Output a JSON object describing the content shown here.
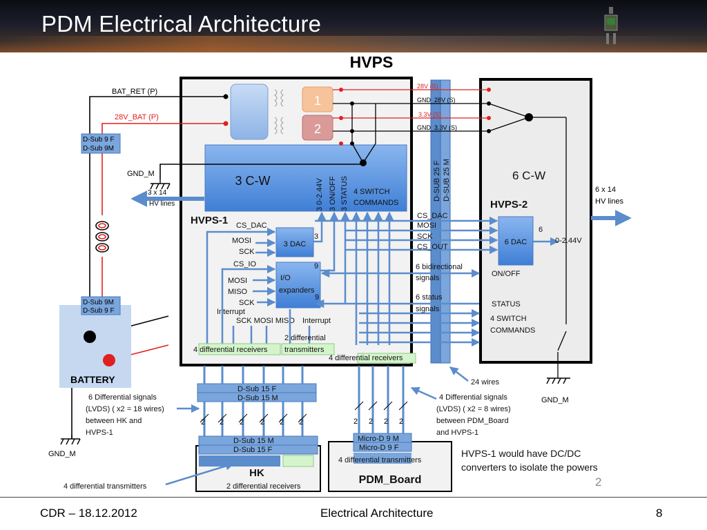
{
  "slide": {
    "title": "PDM Electrical Architecture",
    "section_title": "HVPS"
  },
  "footer": {
    "left": "CDR – 18.12.2012",
    "center": "Electrical Architecture",
    "page": "8"
  },
  "diagram": {
    "bat_ret": "BAT_RET (P)",
    "bat_28v": "28V_BAT (P)",
    "dsub9_f": "D-Sub 9 F",
    "dsub9_m": "D-Sub 9M",
    "dsub9_m2": "D-Sub 9M",
    "dsub9_f2": "D-Sub 9 F",
    "gnd_m_top": "GND_M",
    "gnd_m_left": "GND_M",
    "gnd_m_right": "GND_M",
    "hv_left_a": "3 x 14",
    "hv_left_b": "HV lines",
    "hv_right_a": "6 x 14",
    "hv_right_b": "HV lines",
    "battery": "BATTERY",
    "conv1": "1",
    "conv2": "2",
    "cw3": "3 C-W",
    "cw6": "6 C-W",
    "hvps1": "HVPS-1",
    "hvps2": "HVPS-2",
    "v_0244": "3 0-2.44V",
    "v_onoff": "3 ON/OFF",
    "v_status": "3 STATUS",
    "sw4_a": "4 SWITCH",
    "sw4_b": "COMMANDS",
    "dsub25f": "D-SUB  25 F",
    "dsub25m": "D-SUB  25 M",
    "pwr_28v": "28V (S)",
    "pwr_gnd28": "GND_28V (S)",
    "pwr_33": "3.3V  (S)",
    "pwr_gnd33": "GND_3.3V (S)",
    "cs_dac": "CS_DAC",
    "mosi": "MOSI",
    "sck": "SCK",
    "cs_io": "CS_IO",
    "dac3": "3 DAC",
    "n3": "3",
    "io_a": "I/O",
    "io_b": "expanders",
    "n9a": "9",
    "n9b": "9",
    "mosi2": "MOSI",
    "miso2": "MISO",
    "sck2": "SCK",
    "interrupt_l": "Interrupt",
    "bus_bottom": "SCK MOSI MISO",
    "interrupt_r": "Interrupt",
    "diff_rx4": "4 differential receivers",
    "diff_tx2_a": "2 differential",
    "diff_tx2_b": "transmitters",
    "diff_rx4b": "4 differential receivers",
    "r_cs_dac": "CS_DAC",
    "r_mosi": "MOSI",
    "r_sck": "SCK",
    "r_cs_out": "CS_OUT",
    "dac6": "6 DAC",
    "n6": "6",
    "v_0244b": "0-2.44V",
    "bidir_a": "6 bidirectional",
    "bidir_b": "signals",
    "onoff": "ON/OFF",
    "status6_a": "6 status",
    "status6_b": "signals",
    "status": "STATUS",
    "sw4b_a": "4 SWITCH",
    "sw4b_b": "COMMANDS",
    "wires24": "24 wires",
    "lvds6_a": "6 Differential signals",
    "lvds6_b": "(LVDS) ( x2 = 18 wires)",
    "lvds6_c": "between HK and",
    "lvds6_d": "HVPS-1",
    "lvds4_a": "4 Differential signals",
    "lvds4_b": "(LVDS) ( x2 = 8 wires)",
    "lvds4_c": "between PDM_Board",
    "lvds4_d": "and HVPS-1",
    "dsub15f": "D-Sub 15 F",
    "dsub15m": "D-Sub 15 M",
    "dsub15m_b": "D-Sub 15 M",
    "dsub15f_b": "D-Sub 15 F",
    "microd_m": "Micro-D 9 M",
    "microd_f": "Micro-D 9 F",
    "pdm_tx4": "4 differential transmitters",
    "pdm_board": "PDM_Board",
    "hk": "HK",
    "hk_tx4": "4 differential transmitters",
    "hk_rx2": "2 differential receivers",
    "note_a": "HVPS-1 would have DC/DC",
    "note_b": "converters to isolate the powers",
    "page_small": "2",
    "wire_count": "2"
  }
}
